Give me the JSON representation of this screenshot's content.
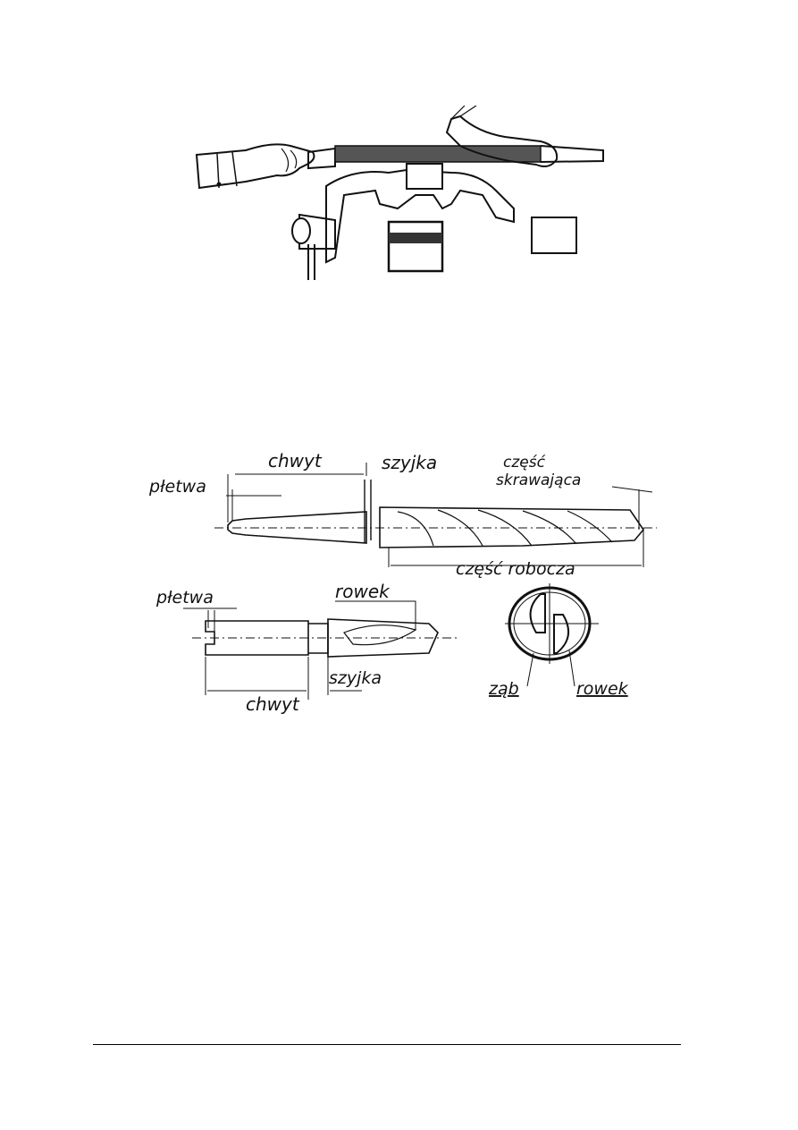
{
  "figure_filing": {
    "icon": "hands-filing-workpiece-in-vise"
  },
  "figure_drill": {
    "labels": {
      "chwyt_top": "chwyt",
      "szyjka_top": "szyjka",
      "pletwa_top": "płetwa",
      "czesc_skrawajaca_1": "część",
      "czesc_skrawajaca_2": "skrawająca",
      "czesc_robocza": "część robocza",
      "pletwa_bottom": "płetwa",
      "rowek_mid": "rowek",
      "szyjka_bottom": "szyjka",
      "chwyt_bottom": "chwyt",
      "zab": "ząb",
      "rowek_section": "rowek"
    }
  }
}
